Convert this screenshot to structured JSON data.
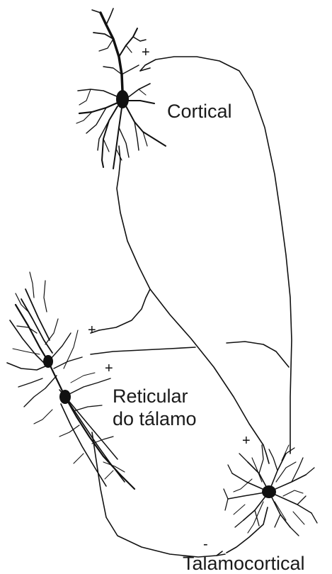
{
  "labels": {
    "cortical": "Cortical",
    "reticular_line1": "Reticular",
    "reticular_line2": "do tálamo",
    "talamocortical": "Talamocortical"
  },
  "synapse_signs": {
    "cortical_input": "+",
    "reticular_input_1": "+",
    "reticular_input_2": "+",
    "talamocortical_input": "+",
    "talamocortical_inhibitory": "-"
  },
  "colors": {
    "ink": "#111111",
    "background": "#ffffff"
  }
}
